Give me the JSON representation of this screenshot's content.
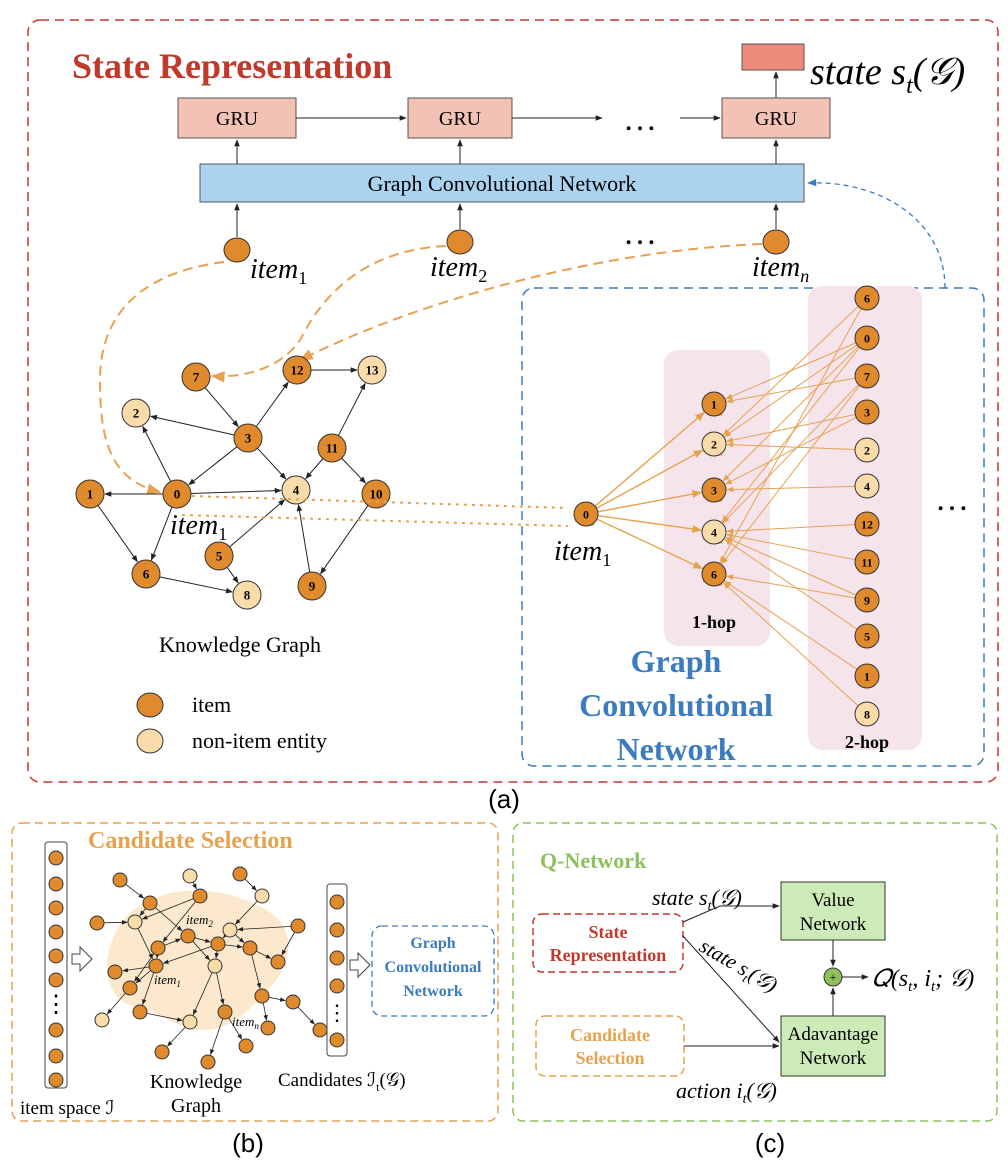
{
  "colors": {
    "red": "#c0392b",
    "orange": "#e6a24f",
    "blue": "#3b7bbf",
    "green": "#8dc05a",
    "item": "#e08a2e",
    "nonitem": "#fadcaa",
    "gru": "#f4c1b5",
    "gcn": "#abd3f0",
    "qbox": "#cdebb9",
    "pink": "#f6e4ec",
    "state_out": "#ee8b7c"
  },
  "panel_a": {
    "title": "State Representation",
    "gru_label": "GRU",
    "ellipsis": "…",
    "gcn_label": "Graph Convolutional Network",
    "state_prefix": "state s",
    "state_sub": "t",
    "state_suffix": "(𝒢)",
    "inputs": [
      {
        "base": "item",
        "sub": "1"
      },
      {
        "base": "item",
        "sub": "2"
      },
      {
        "base": "item",
        "sub": "n"
      }
    ],
    "kg_caption": "Knowledge Graph",
    "kg_item_label": "item",
    "kg_item_sub": "1",
    "kg_nodes": [
      {
        "id": "7",
        "type": "item"
      },
      {
        "id": "12",
        "type": "item"
      },
      {
        "id": "13",
        "type": "nonitem"
      },
      {
        "id": "2",
        "type": "nonitem"
      },
      {
        "id": "3",
        "type": "item"
      },
      {
        "id": "11",
        "type": "item"
      },
      {
        "id": "1",
        "type": "item"
      },
      {
        "id": "0",
        "type": "item"
      },
      {
        "id": "4",
        "type": "nonitem"
      },
      {
        "id": "10",
        "type": "item"
      },
      {
        "id": "5",
        "type": "item"
      },
      {
        "id": "6",
        "type": "item"
      },
      {
        "id": "8",
        "type": "nonitem"
      },
      {
        "id": "9",
        "type": "item"
      }
    ],
    "legend": {
      "item": "item",
      "nonitem": "non-item entity"
    },
    "gcn_tree": {
      "title_lines": [
        "Graph",
        "Convolutional",
        "Network"
      ],
      "root": "0",
      "root_label": "item",
      "root_sub": "1",
      "hop1_label": "1-hop",
      "hop2_label": "2-hop",
      "hop1": [
        {
          "id": "1",
          "type": "item"
        },
        {
          "id": "2",
          "type": "nonitem"
        },
        {
          "id": "3",
          "type": "item"
        },
        {
          "id": "4",
          "type": "nonitem"
        },
        {
          "id": "6",
          "type": "item"
        }
      ],
      "hop2": [
        {
          "id": "6",
          "type": "item"
        },
        {
          "id": "0",
          "type": "item"
        },
        {
          "id": "7",
          "type": "item"
        },
        {
          "id": "3",
          "type": "item"
        },
        {
          "id": "2",
          "type": "nonitem"
        },
        {
          "id": "4",
          "type": "nonitem"
        },
        {
          "id": "12",
          "type": "item"
        },
        {
          "id": "11",
          "type": "item"
        },
        {
          "id": "9",
          "type": "item"
        },
        {
          "id": "5",
          "type": "item"
        },
        {
          "id": "1",
          "type": "item"
        },
        {
          "id": "8",
          "type": "nonitem"
        }
      ],
      "more": "…"
    },
    "caption": "(a)"
  },
  "panel_b": {
    "title": "Candidate Selection",
    "item_space_label": "item space ℐ",
    "kg_line1": "Knowledge",
    "kg_line2": "Graph",
    "item2": "item",
    "item2_sub": "2",
    "item1": "item",
    "item1_sub": "1",
    "itemn": "item",
    "itemn_sub": "n",
    "candidates_label": "Candidates ℐ",
    "candidates_sub": "t",
    "candidates_suffix": "(𝒢)",
    "gcn_lines": [
      "Graph",
      "Convolutional",
      "Network"
    ],
    "dots": "⋮",
    "caption": "(b)"
  },
  "panel_c": {
    "title": "Q-Network",
    "state_rep": [
      "State",
      "Representation"
    ],
    "cand_sel": [
      "Candidate",
      "Selection"
    ],
    "value_net": [
      "Value",
      "Network"
    ],
    "adv_net": [
      "Adavantage",
      "Network"
    ],
    "state_top": "state s",
    "state_top_sub": "t",
    "state_top_suffix": "(𝒢)",
    "state_diag": "state s",
    "state_diag_sub": "t",
    "state_diag_suffix": "(𝒢)",
    "action": "action i",
    "action_sub": "t",
    "action_suffix": "(𝒢)",
    "plus": "+",
    "q_label": "𝑄(s",
    "q_sub1": "t",
    "q_mid": ", i",
    "q_sub2": "t",
    "q_end": "; 𝒢)",
    "caption": "(c)"
  }
}
